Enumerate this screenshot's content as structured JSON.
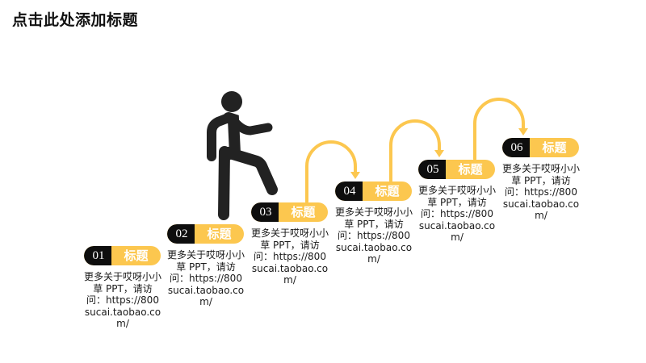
{
  "title": "点击此处添加标题",
  "colors": {
    "accent": "#fcc74f",
    "dark": "#0e0e0e",
    "text": "#1a1a1a",
    "background": "#ffffff"
  },
  "figure": {
    "icon": "person-climbing-stairs-icon"
  },
  "steps": [
    {
      "number": "01",
      "label": "标题",
      "description": "更多关于哎呀小小草 PPT，请访问：https://800sucai.taobao.com/"
    },
    {
      "number": "02",
      "label": "标题",
      "description": "更多关于哎呀小小草 PPT，请访问：https://800sucai.taobao.com/"
    },
    {
      "number": "03",
      "label": "标题",
      "description": "更多关于哎呀小小草 PPT，请访问：https://800sucai.taobao.com/"
    },
    {
      "number": "04",
      "label": "标题",
      "description": "更多关于哎呀小小草 PPT，请访问：https://800sucai.taobao.com/"
    },
    {
      "number": "05",
      "label": "标题",
      "description": "更多关于哎呀小小草 PPT，请访问：https://800sucai.taobao.com/"
    },
    {
      "number": "06",
      "label": "标题",
      "description": "更多关于哎呀小小草 PPT，请访问：https://800sucai.taobao.com/"
    }
  ]
}
